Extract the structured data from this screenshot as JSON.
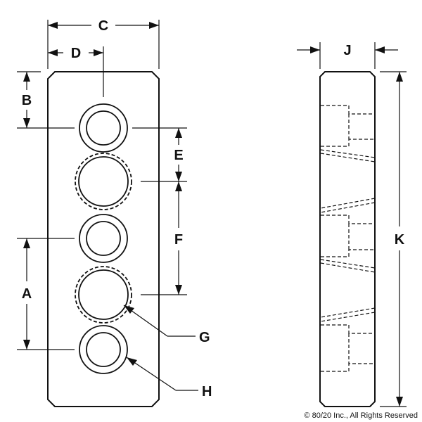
{
  "labels": {
    "a": "A",
    "b": "B",
    "c": "C",
    "d": "D",
    "e": "E",
    "f": "F",
    "g": "G",
    "h": "H",
    "j": "J",
    "k": "K"
  },
  "copyright": "© 80/20 Inc., All Rights Reserved"
}
